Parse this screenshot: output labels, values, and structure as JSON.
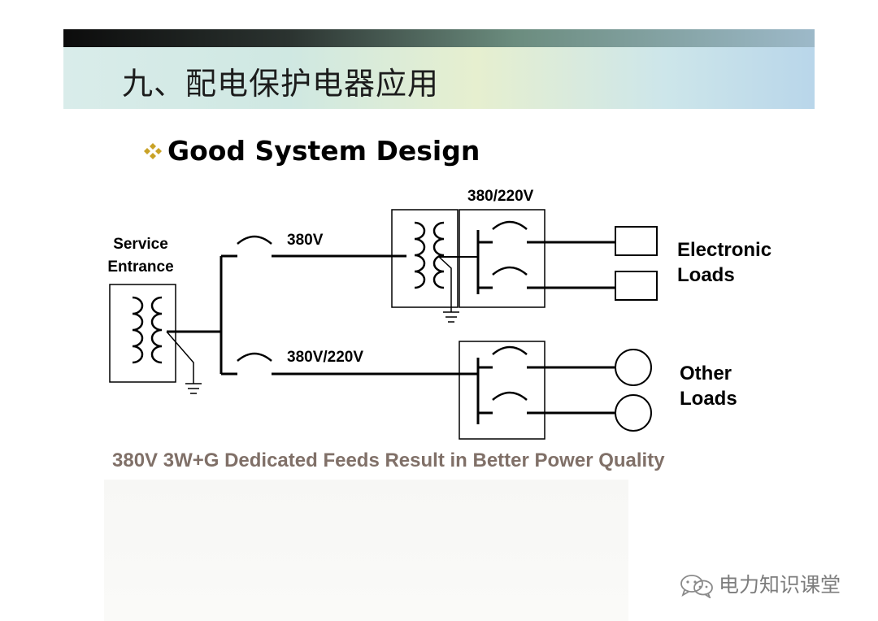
{
  "slide": {
    "title": "九、配电保护电器应用",
    "heading": "Good System Design",
    "caption": "380V 3W+G Dedicated Feeds Result in Better Power Quality"
  },
  "diagram": {
    "service_entrance_label": [
      "Service",
      "Entrance"
    ],
    "feed_top_label": "380V",
    "feed_bottom_label": "380V/220V",
    "transformer_output_label": "380/220V",
    "electronic_loads_label": [
      "Electronic",
      "Loads"
    ],
    "other_loads_label": [
      "Other",
      "Loads"
    ]
  },
  "watermark": {
    "text": "电力知识课堂",
    "icon": "wechat-icon"
  },
  "colors": {
    "bullet": "#c9a227",
    "caption": "#807068",
    "lines": "#000000"
  }
}
